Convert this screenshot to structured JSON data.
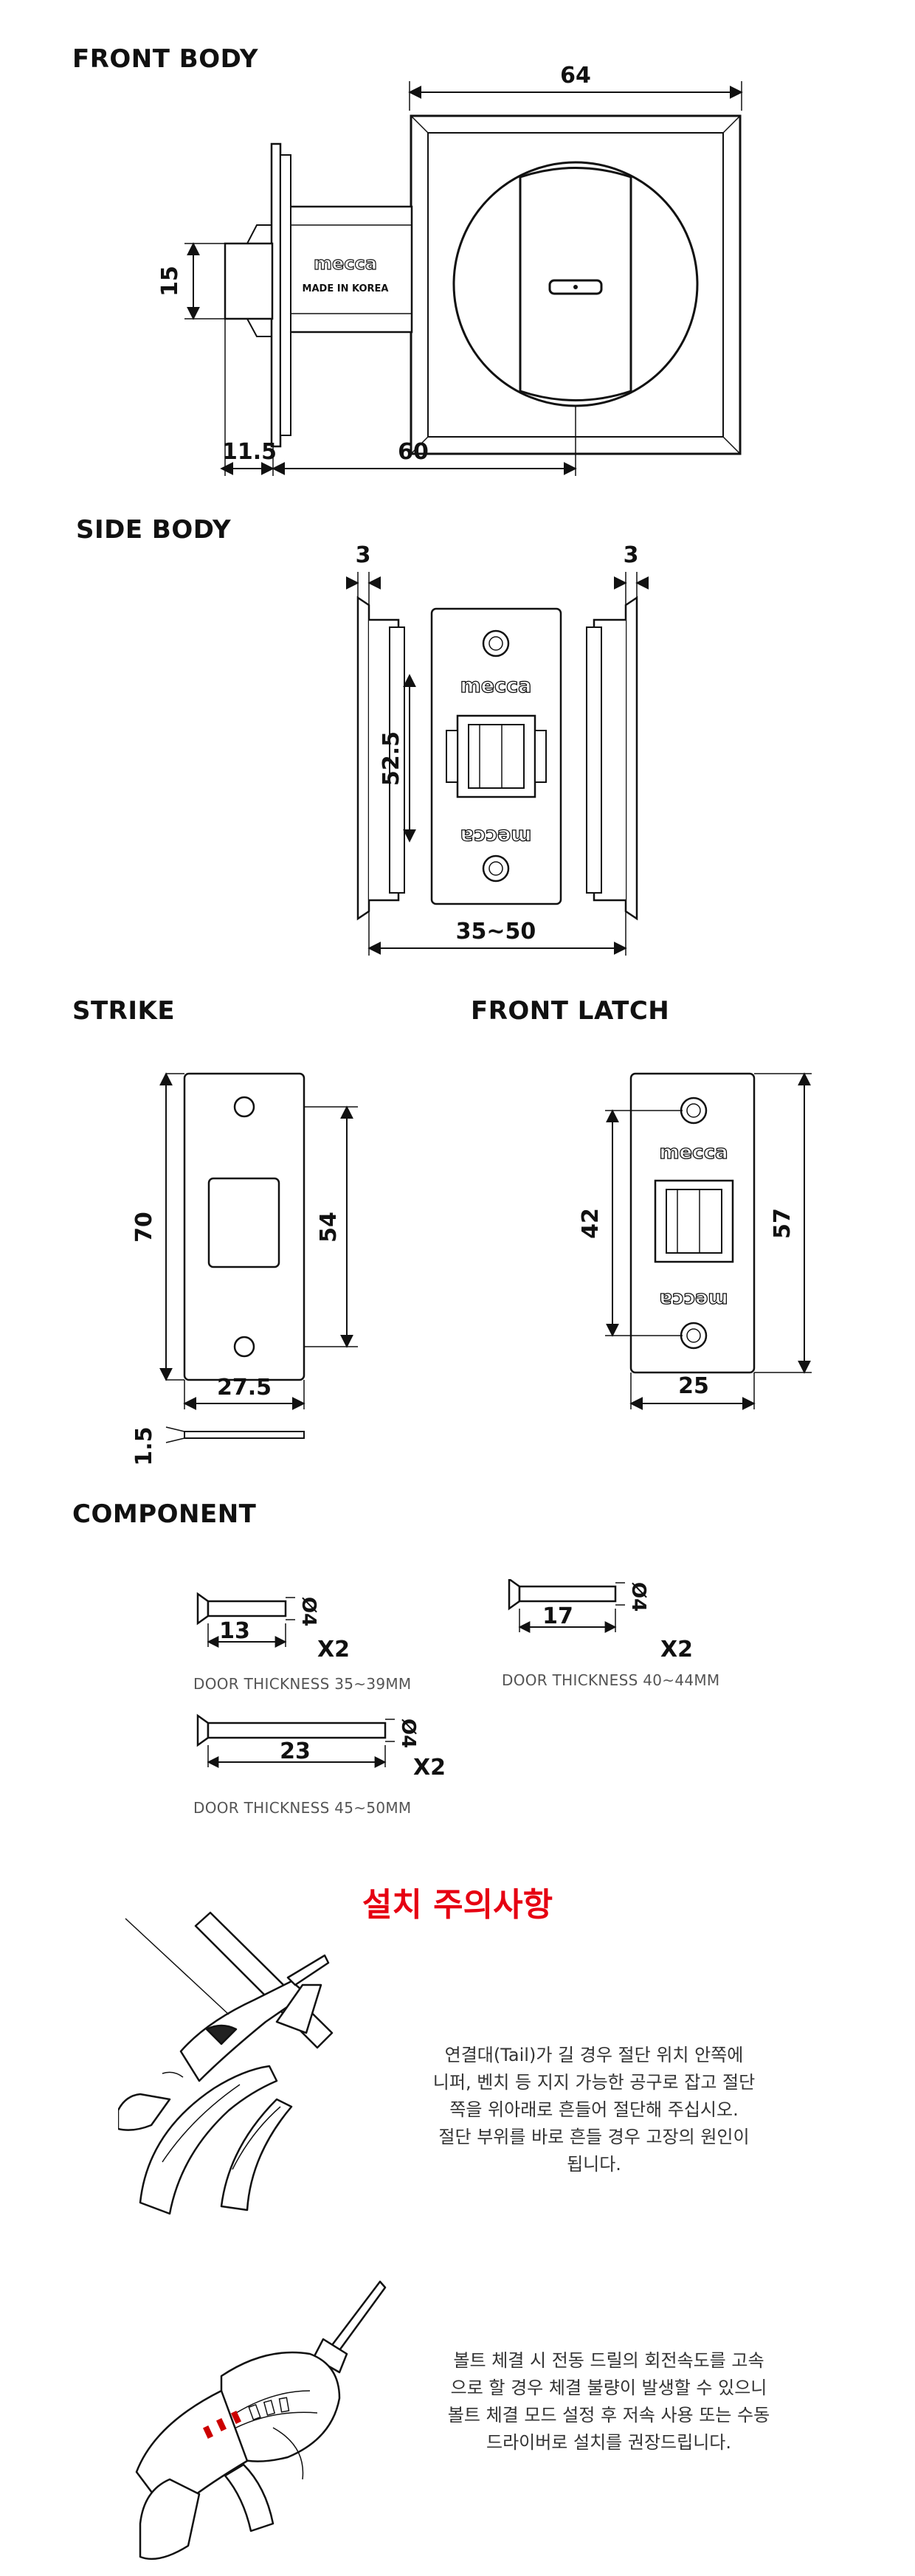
{
  "sections": {
    "front_body": "FRONT BODY",
    "side_body": "SIDE BODY",
    "strike": "STRIKE",
    "front_latch": "FRONT LATCH",
    "component": "COMPONENT"
  },
  "front_body": {
    "brand": "mecca",
    "made_in": "MADE IN KOREA",
    "dims": {
      "width": "64",
      "height": "15",
      "left": "11.5",
      "length": "60"
    }
  },
  "side_body": {
    "brand": "mecca",
    "dims": {
      "left": "3",
      "right": "3",
      "height": "52.5",
      "width": "35~50"
    }
  },
  "strike": {
    "dims": {
      "height": "70",
      "hole_spacing": "54",
      "width": "27.5",
      "thickness": "1.5"
    }
  },
  "front_latch": {
    "brand": "mecca",
    "dims": {
      "hole_spacing": "42",
      "height": "57",
      "width": "25"
    }
  },
  "components": [
    {
      "length": "13",
      "diameter": "Ø4",
      "qty": "X2",
      "note": "DOOR THICKNESS 35~39MM"
    },
    {
      "length": "17",
      "diameter": "Ø4",
      "qty": "X2",
      "note": "DOOR THICKNESS 40~44MM"
    },
    {
      "length": "23",
      "diameter": "Ø4",
      "qty": "X2",
      "note": "DOOR THICKNESS 45~50MM"
    }
  ],
  "caution": {
    "title": "설치 주의사항",
    "title_color": "#e60012",
    "item1": [
      "연결대(Tail)가 길 경우 절단 위치 안쪽에",
      "니퍼, 벤치 등 지지 가능한 공구로 잡고 절단",
      "쪽을 위아래로 흔들어 절단해 주십시오.",
      "절단 부위를 바로 흔들 경우 고장의 원인이",
      "됩니다."
    ],
    "item2": [
      "볼트 체결 시 전동 드릴의 회전속도를 고속",
      "으로 할 경우 체결 불량이 발생할 수 있으니",
      "볼트 체결 모드 설정 후 저속 사용 또는 수동",
      "드라이버로 설치를 권장드립니다."
    ]
  }
}
